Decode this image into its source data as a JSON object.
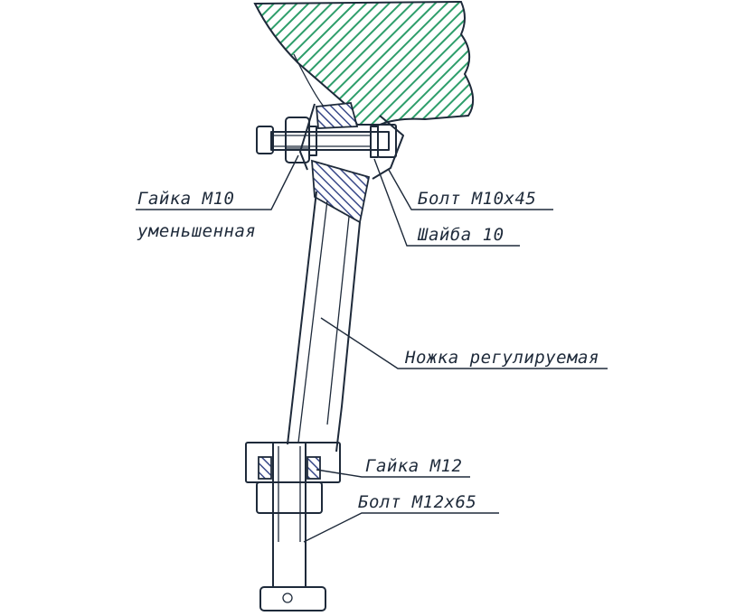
{
  "labels": {
    "nut_m10_line1": "Гайка М10",
    "nut_m10_line2": "уменьшенная",
    "bolt_m10": "Болт М10х45",
    "washer_10": "Шайба 10",
    "leg": "Ножка регулируемая",
    "nut_m12": "Гайка М12",
    "bolt_m12": "Болт М12х65"
  },
  "colors": {
    "line": "#1e2a3a",
    "seat_hatch": "#2e9e6b",
    "section_hatch": "#3a4a8a",
    "background": "#ffffff"
  }
}
